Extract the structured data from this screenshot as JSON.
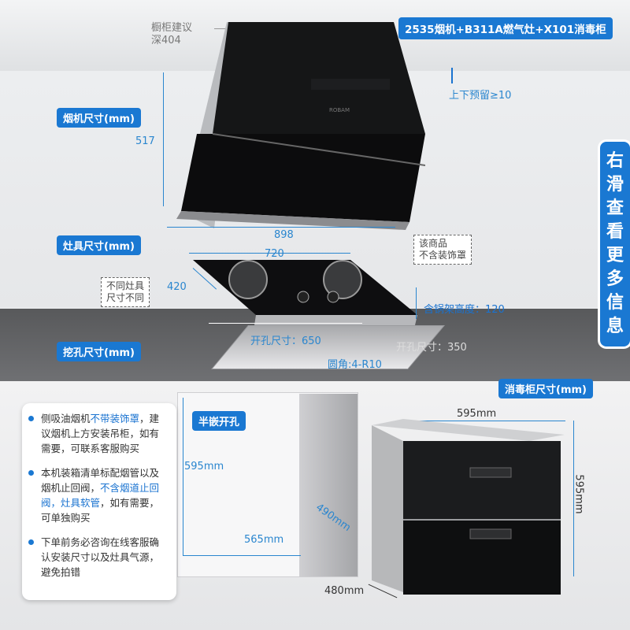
{
  "header_tag": "2535烟机+B311A燃气灶+X101消毒柜",
  "cabinet_note": {
    "line1": "橱柜建议",
    "line2": "深404"
  },
  "labels": {
    "hood_size": "烟机尺寸(mm)",
    "stove_size": "灶具尺寸(mm)",
    "cutout_size": "挖孔尺寸(mm)",
    "sterilizer_size": "消毒柜尺寸(mm)",
    "half_embed": "半嵌开孔"
  },
  "dims": {
    "hood_height": "517",
    "hood_width": "898",
    "gap_top": "上下预留≥10",
    "stove_width": "720",
    "stove_depth": "420",
    "pot_rack_height": "含锅架高度：120",
    "cut_width": "开孔尺寸：650",
    "cut_depth": "开孔尺寸：350",
    "corner": "圆角:4-R10",
    "cab_h": "595mm",
    "cab_w": "565mm",
    "cab_d": "490mm",
    "ster_w": "595mm",
    "ster_h": "595mm",
    "ster_d": "480mm"
  },
  "notes": {
    "hood_deco": [
      "该商品",
      "不含装饰罩"
    ],
    "stove_size_diff": [
      "不同灶具",
      "尺寸不同"
    ]
  },
  "side_banner": [
    "右",
    "滑",
    "查",
    "看",
    "更",
    "多",
    "信",
    "息"
  ],
  "left_panel": {
    "item1": {
      "p1": "侧吸油烟机",
      "p2": "不带装饰罩",
      "p3": "，建议烟机上方安装吊柜，如有需要，可联系客服购买"
    },
    "item2": {
      "p1": "本机装箱清单标配烟管以及烟机止回阀，",
      "p2": "不含烟道止回阀，灶具软管",
      "p3": "，如有需要，可单独购买"
    },
    "item3": {
      "p1": "下单前务必咨询在线客服确认安装尺寸以及灶具气源，避免拍错"
    }
  },
  "colors": {
    "accent": "#1a78d2",
    "dim": "#2a86cf"
  }
}
